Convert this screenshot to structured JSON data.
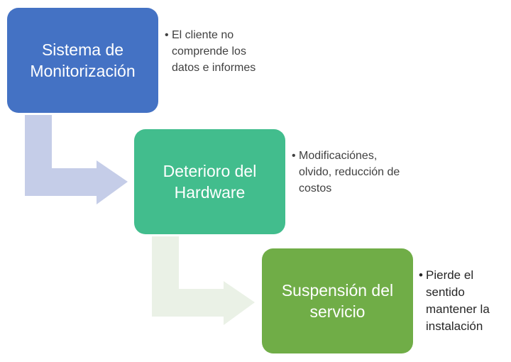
{
  "colors": {
    "box_1": "#4472C4",
    "box_2": "#42BD8D",
    "box_3": "#70AD47",
    "arrow_1": "#C5CDE8",
    "arrow_2": "#EAF1E6",
    "box_text": "#FFFFFF",
    "notes_text": "#404040"
  },
  "steps": [
    {
      "title": "Sistema de Monitorización",
      "notes": [
        "El cliente no comprende los datos e informes"
      ]
    },
    {
      "title": "Deterioro del Hardware",
      "notes": [
        "Modificaciónes, olvido, reducción de costos"
      ]
    },
    {
      "title": "Suspensión del servicio",
      "notes": [
        "Pierde el sentido mantener la instalación"
      ]
    }
  ]
}
